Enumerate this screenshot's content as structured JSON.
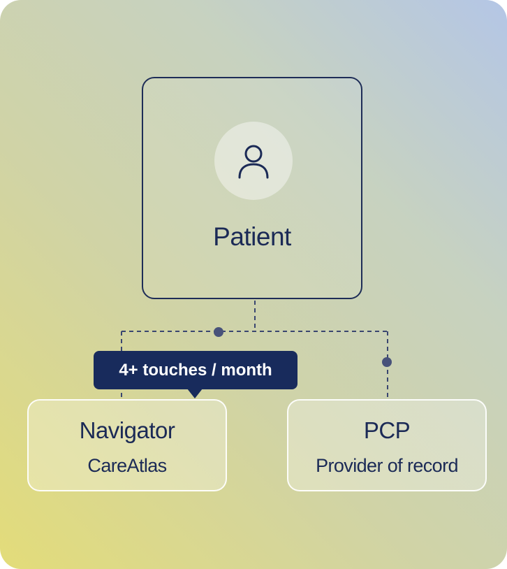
{
  "diagram": {
    "root": {
      "label": "Patient",
      "icon": "user-icon"
    },
    "children": [
      {
        "title": "Navigator",
        "subtitle": "CareAtlas"
      },
      {
        "title": "PCP",
        "subtitle": "Provider of record"
      }
    ],
    "tooltip": "4+ touches / month"
  },
  "colors": {
    "navy": "#1b2a56",
    "tooltip_bg": "#182b5c",
    "connector": "#3a4670",
    "dot": "#48527a"
  }
}
